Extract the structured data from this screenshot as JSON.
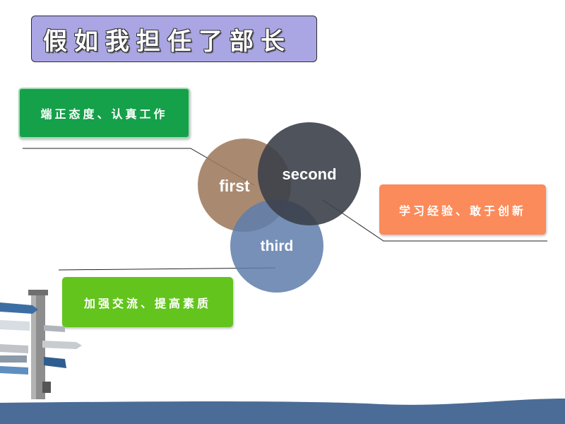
{
  "slide": {
    "title": "假如我担任了部长",
    "boxes": {
      "top_left": "端正态度、认真工作",
      "right": "学习经验、敢于创新",
      "bottom_left": "加强交流、提高素质"
    },
    "circles": {
      "first": "first",
      "second": "second",
      "third": "third"
    }
  },
  "colors": {
    "title_bg": "#aaa6e4",
    "box_green": "#15a04a",
    "box_orange": "#fb8b5a",
    "box_lime": "#63c41d",
    "circle_first": "#9d7a5d",
    "circle_second": "#4a4e57",
    "circle_third": "#6d88b3",
    "bottom_band": "#4b6c96"
  },
  "decorations": {
    "signpost": "signpost-illustration",
    "bottom_band": "wave-band"
  }
}
